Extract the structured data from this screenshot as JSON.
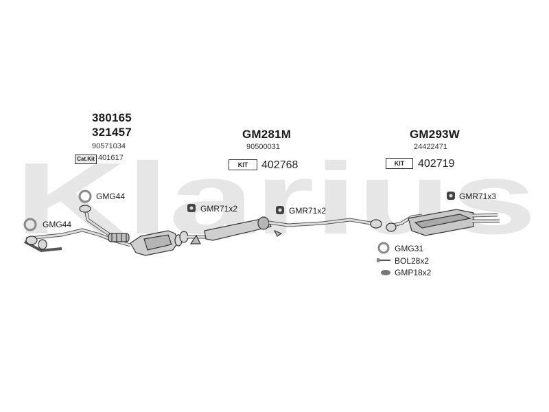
{
  "watermark": {
    "text": "Klarius",
    "color": "#e6e6e6"
  },
  "groups": [
    {
      "part_numbers": [
        "380165",
        "321457"
      ],
      "oe_number": "90571034",
      "cat_kit": {
        "label": "Cat.Kit",
        "number": "401617"
      }
    },
    {
      "part_numbers": [
        "GM281M"
      ],
      "oe_number": "90500031",
      "kit": {
        "label": "KIT",
        "number": "402768"
      }
    },
    {
      "part_numbers": [
        "GM293W"
      ],
      "oe_number": "24422471",
      "kit": {
        "label": "KIT",
        "number": "402719"
      }
    }
  ],
  "fittings": [
    {
      "icon": "gasket-ring-icon",
      "label": "GMG44"
    },
    {
      "icon": "gasket-ring-icon",
      "label": "GMG44"
    },
    {
      "icon": "rubber-mount-icon",
      "label": "GMR71x2"
    },
    {
      "icon": "rubber-mount-icon",
      "label": "GMR71x2"
    },
    {
      "icon": "rubber-mount-icon",
      "label": "GMR71x3"
    },
    {
      "icon": "gasket-ring-icon",
      "label": "GMG31"
    },
    {
      "icon": "bolt-icon",
      "label": "BOL28x2"
    },
    {
      "icon": "clamp-pad-icon",
      "label": "GMP18x2"
    }
  ],
  "colors": {
    "part_stroke": "#333333",
    "part_fill": "#d9d9d9",
    "part_fill_dark": "#a9a9a9"
  }
}
